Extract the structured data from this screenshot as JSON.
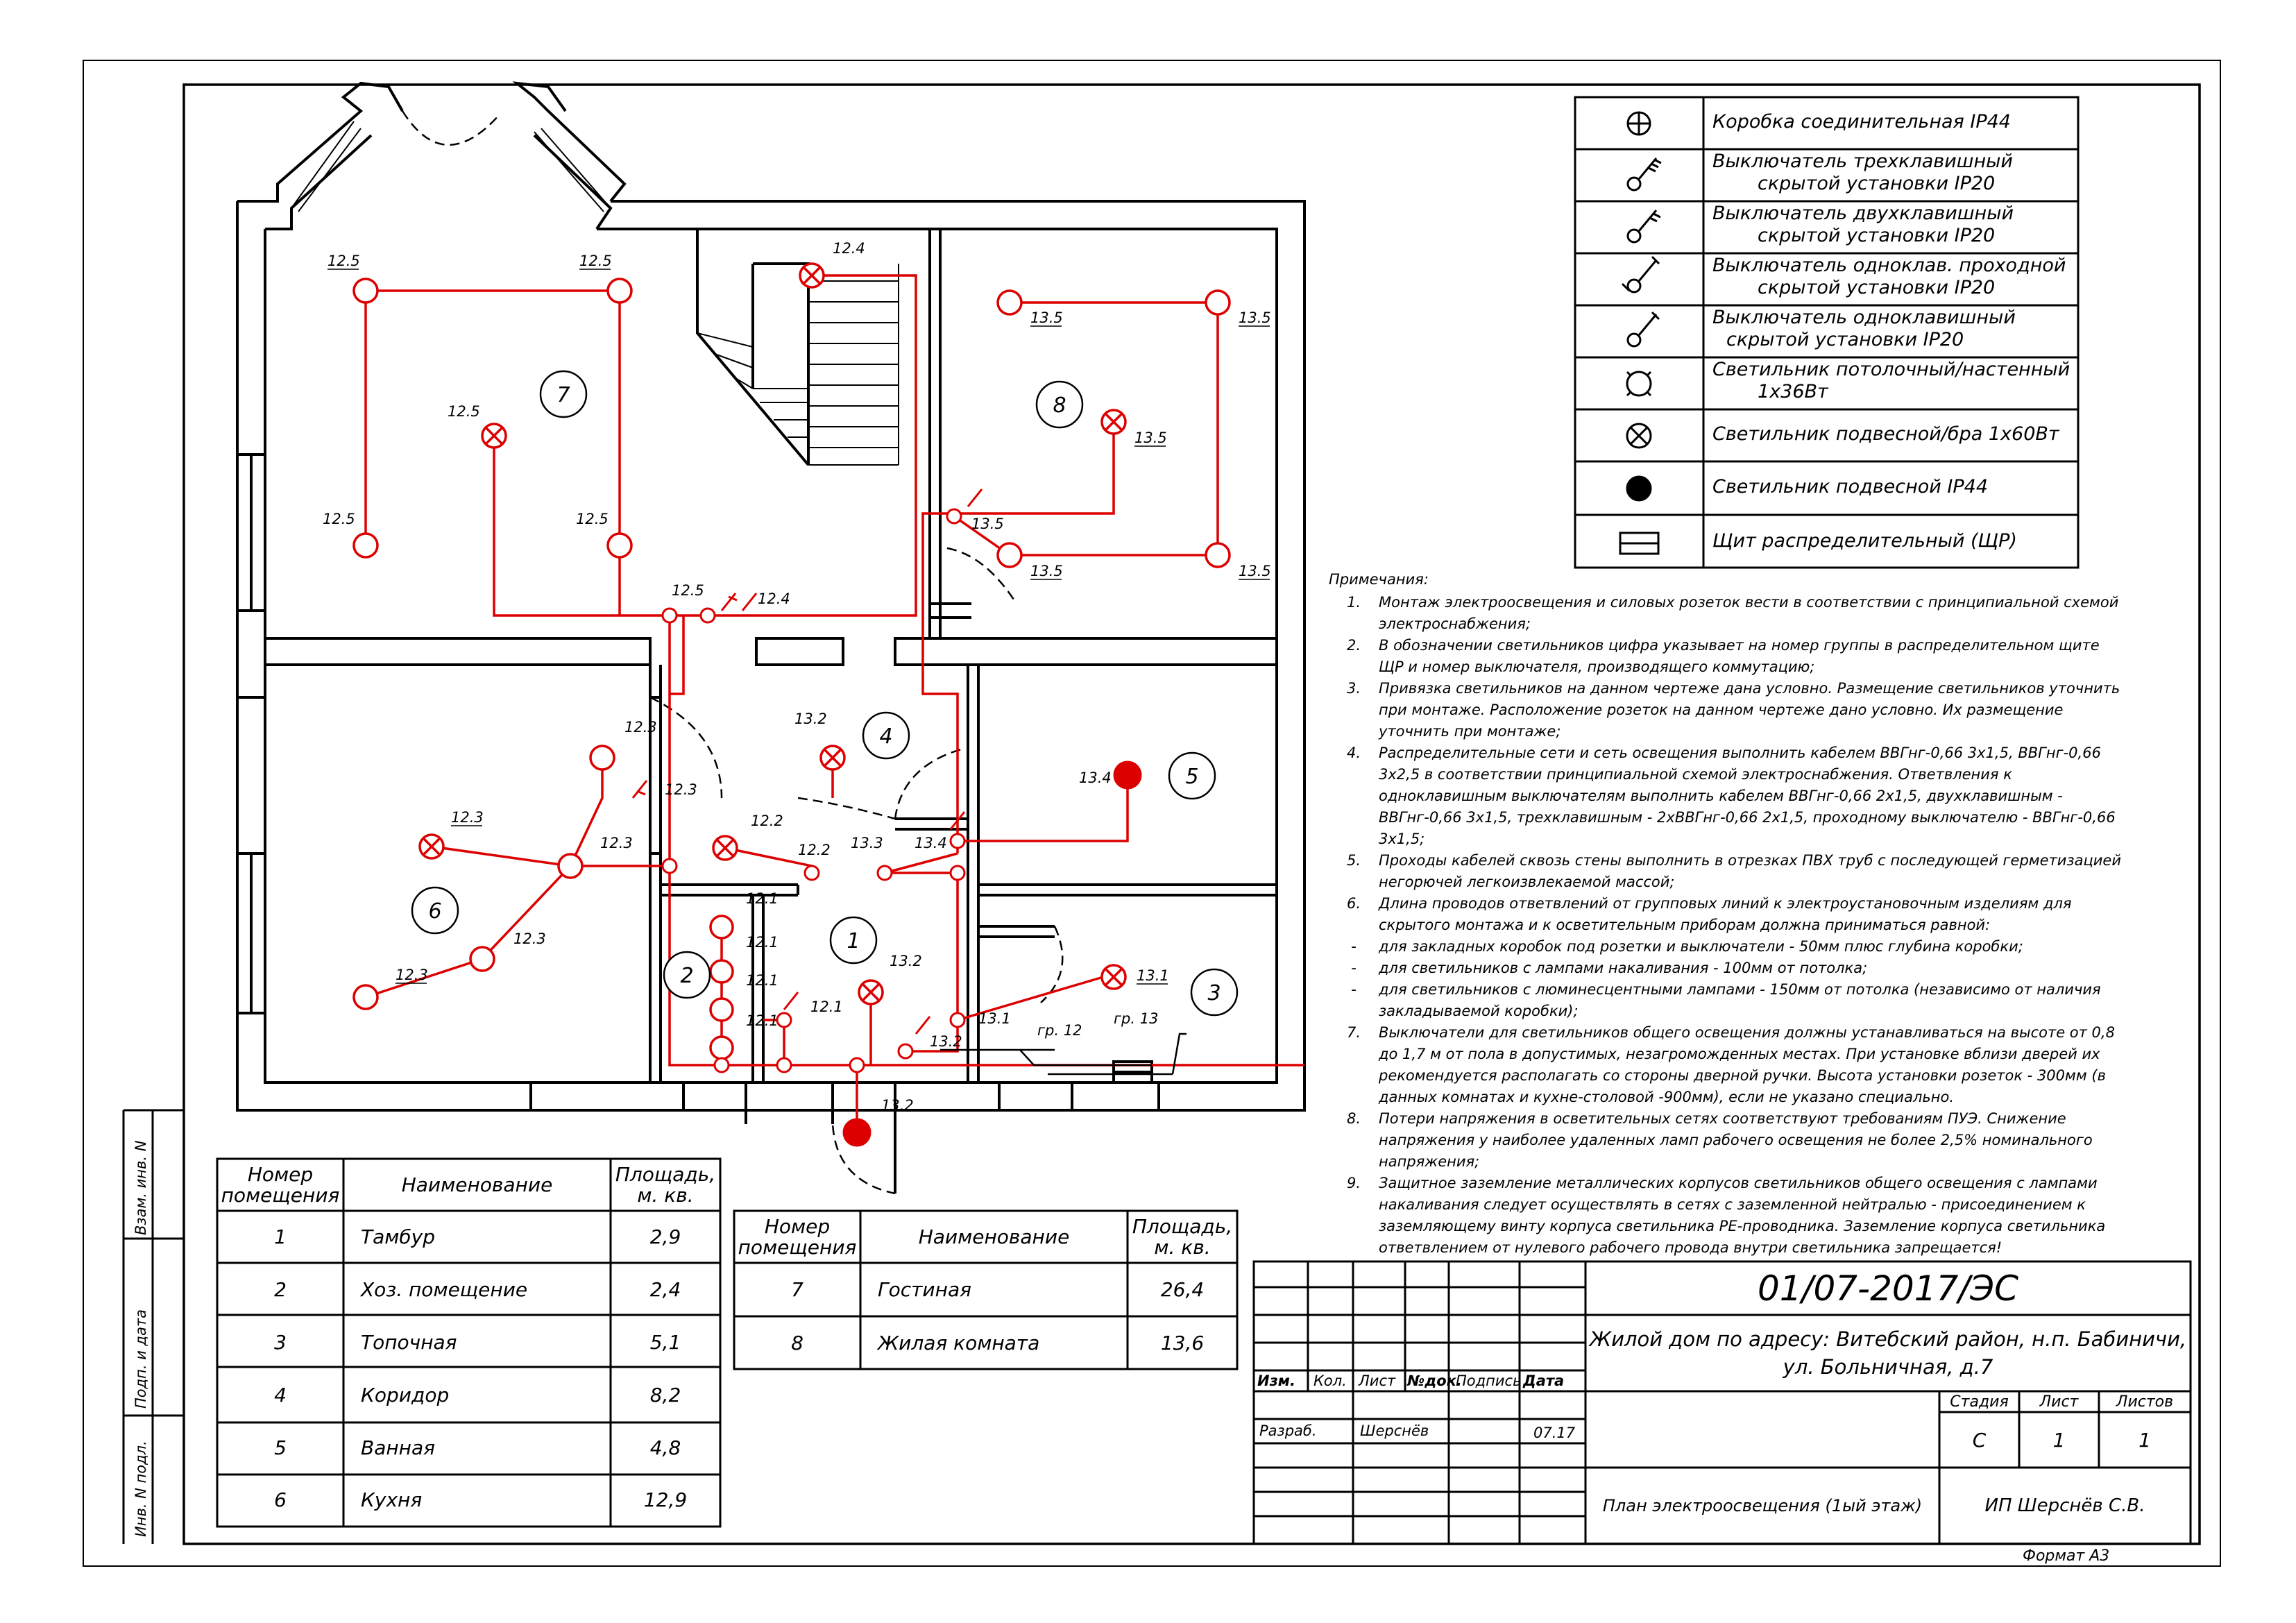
{
  "title": "01/07-2017/ЭС",
  "object": [
    "Жилой дом по адресу: Витебский район, н.п. Бабиничи,",
    "ул. Больничная, д.7"
  ],
  "sheet_name": "План электроосвещения (1ый этаж)",
  "organization": "ИП Шерснёв С.В.",
  "format": "Формат А3",
  "stamp": {
    "izm": "Изм.",
    "kol": "Кол.",
    "list": "Лист",
    "ndok": "№док.",
    "podpis": "Подпись",
    "data": "Дата",
    "razrab": "Разраб.",
    "author": "Шерснёв",
    "date": "07.17",
    "stadia_h": "Стадия",
    "list_h": "Лист",
    "listov_h": "Листов",
    "stadia": "С",
    "list_v": "1",
    "listov": "1"
  },
  "side": [
    "Взам. инв. N",
    "Подп. и дата",
    "Инв. N подл."
  ],
  "legend": [
    {
      "icon": "junction-box",
      "text": [
        "Коробка соединительная IP44"
      ]
    },
    {
      "icon": "switch-3",
      "text": [
        "Выключатель трехклавишный",
        "скрытой установки IP20"
      ]
    },
    {
      "icon": "switch-2",
      "text": [
        "Выключатель двухклавишный",
        "скрытой установки IP20"
      ]
    },
    {
      "icon": "switch-pass",
      "text": [
        "Выключатель одноклав. проходной",
        "скрытой установки IP20"
      ]
    },
    {
      "icon": "switch-1",
      "text": [
        "Выключатель одноклавишный",
        "скрытой установки IP20"
      ]
    },
    {
      "icon": "ceiling-lamp",
      "text": [
        "Светильник потолочный/настенный",
        "1х36Вт"
      ]
    },
    {
      "icon": "pendant-lamp",
      "text": [
        "Светильник подвесной/бра 1х60Вт"
      ]
    },
    {
      "icon": "pendant-ip44",
      "text": [
        "Светильник подвесной IP44"
      ]
    },
    {
      "icon": "panel",
      "text": [
        "Щит распределительный (ЩР)"
      ]
    }
  ],
  "notes_title": "Примечания:",
  "notes": [
    {
      "n": "1.",
      "t": [
        "Монтаж электроосвещения и силовых розеток вести в соответствии с принципиальной схемой",
        "электроснабжения;"
      ]
    },
    {
      "n": "2.",
      "t": [
        "В обозначении светильников цифра указывает на номер группы в распределительном щите",
        "ЩР и номер выключателя, производящего коммутацию;"
      ]
    },
    {
      "n": "3.",
      "t": [
        "Привязка светильников на данном чертеже дана условно. Размещение светильников уточнить",
        "при монтаже. Расположение розеток на данном чертеже дано условно. Их размещение",
        "уточнить при монтаже;"
      ]
    },
    {
      "n": "4.",
      "t": [
        "Распределительные сети и сеть освещения выполнить кабелем ВВГнг-0,66 3х1,5, ВВГнг-0,66",
        "3х2,5 в соответствии принципиальной схемой электроснабжения. Ответвления к",
        "одноклавишным выключателям выполнить кабелем ВВГнг-0,66 2х1,5, двухклавишным -",
        "ВВГнг-0,66 3х1,5, трехклавишным - 2хВВГнг-0,66 2х1,5, проходному выключателю - ВВГнг-0,66",
        "3х1,5;"
      ]
    },
    {
      "n": "5.",
      "t": [
        "Проходы кабелей сквозь стены выполнить в отрезках ПВХ труб с последующей герметизацией",
        "негорючей легкоизвлекаемой массой;"
      ]
    },
    {
      "n": "6.",
      "t": [
        "Длина проводов ответвлений от групповых линий к электроустановочным изделиям для",
        "скрытого монтажа и к осветительным приборам должна приниматься равной:"
      ]
    },
    {
      "n": "-",
      "t": [
        "для закладных коробок под розетки и выключатели - 50мм плюс глубина коробки;"
      ]
    },
    {
      "n": "-",
      "t": [
        "для светильников с лампами накаливания - 100мм от потолка;"
      ]
    },
    {
      "n": "-",
      "t": [
        "для светильников с люминесцентными лампами - 150мм от потолка (независимо от наличия",
        "закладываемой коробки);"
      ]
    },
    {
      "n": "7.",
      "t": [
        "Выключатели для светильников общего освещения должны устанавливаться на высоте от 0,8",
        "до 1,7 м от пола в допустимых, незагроможденных местах. При установке вблизи дверей их",
        "рекомендуется располагать со стороны дверной ручки. Высота установки розеток - 300мм (в",
        "данных комнатах и кухне-столовой -900мм), если не указано специально."
      ]
    },
    {
      "n": "8.",
      "t": [
        "Потери напряжения в осветительных сетях соответствуют требованиям ПУЭ. Снижение",
        "напряжения у наиболее удаленных ламп рабочего освещения не более 2,5% номинального",
        "напряжения;"
      ]
    },
    {
      "n": "9.",
      "t": [
        "Защитное заземление металлических корпусов светильников общего освещения с лампами",
        "накаливания следует осуществлять в сетях с заземленной нейтралью - присоединением к",
        "заземляющему винту корпуса светильника РЕ-проводника. Заземление корпуса светильника",
        "ответвлением от нулевого рабочего провода внутри светильника запрещается!"
      ]
    }
  ],
  "rooms_table_1": {
    "headers": [
      [
        "Номер",
        "помещения"
      ],
      [
        "Наименование"
      ],
      [
        "Площадь,",
        "м. кв."
      ]
    ],
    "rows": [
      [
        "1",
        "Тамбур",
        "2,9"
      ],
      [
        "2",
        "Хоз. помещение",
        "2,4"
      ],
      [
        "3",
        "Топочная",
        "5,1"
      ],
      [
        "4",
        "Коридор",
        "8,2"
      ],
      [
        "5",
        "Ванная",
        "4,8"
      ],
      [
        "6",
        "Кухня",
        "12,9"
      ]
    ]
  },
  "rooms_table_2": {
    "headers": [
      [
        "Номер",
        "помещения"
      ],
      [
        "Наименование"
      ],
      [
        "Площадь,",
        "м. кв."
      ]
    ],
    "rows": [
      [
        "7",
        "Гостиная",
        "26,4"
      ],
      [
        "8",
        "Жилая комната",
        "13,6"
      ]
    ]
  },
  "room_numbers": [
    "1",
    "2",
    "3",
    "4",
    "5",
    "6",
    "7",
    "8"
  ],
  "group_labels": [
    "гр. 12",
    "гр. 13"
  ],
  "fixture_labels": [
    "12.1",
    "12.2",
    "12.3",
    "12.4",
    "12.5",
    "13.1",
    "13.2",
    "13.3",
    "13.4",
    "13.5"
  ],
  "colors": {
    "line": "#000000",
    "wiring": "#dd0000",
    "background": "#ffffff"
  }
}
